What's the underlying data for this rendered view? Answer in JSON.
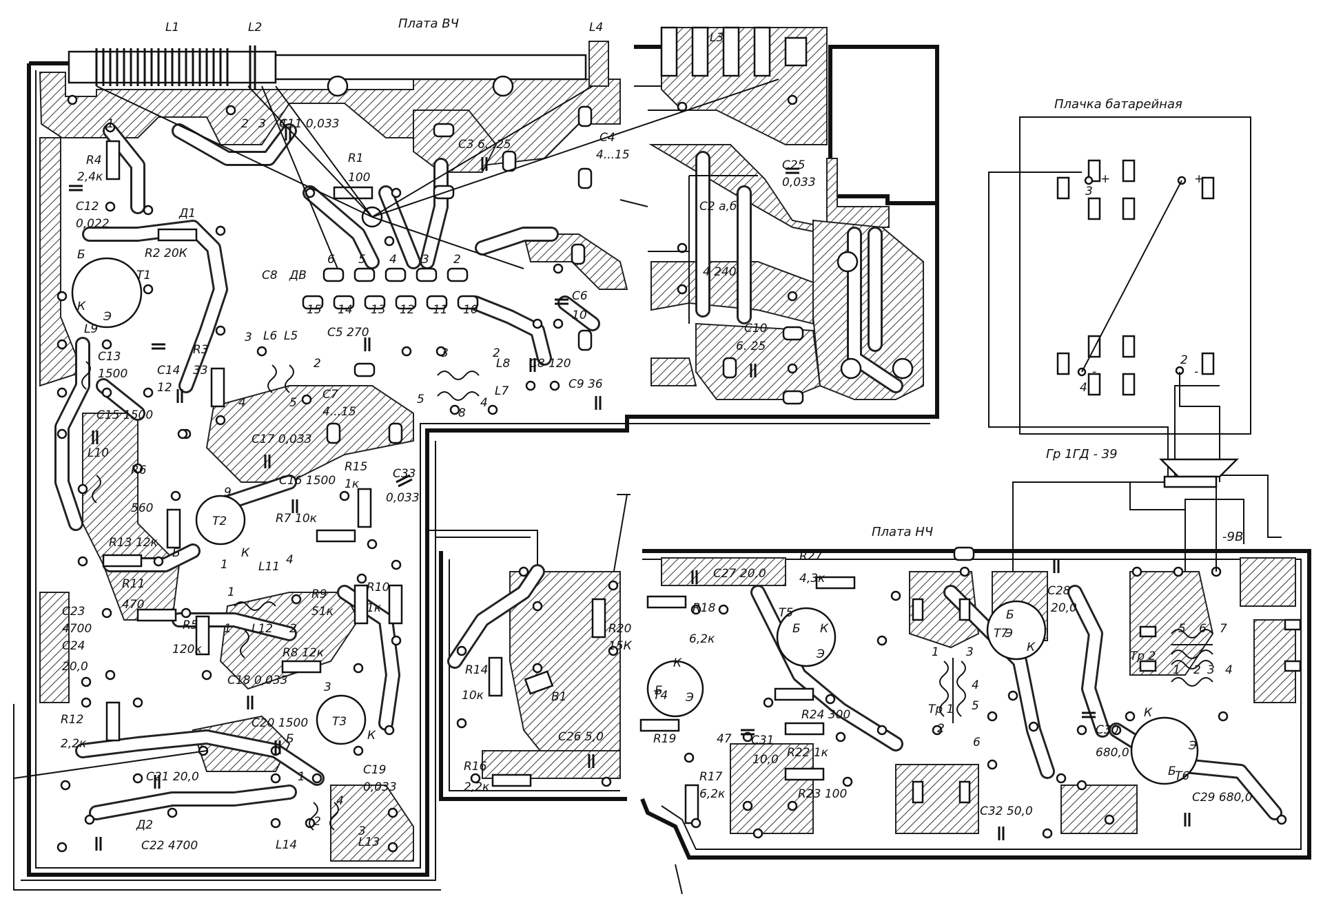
{
  "boards": {
    "hf_title": "Плата ВЧ",
    "lf_title": "Плата НЧ",
    "battery_title": "Плачка батарейная",
    "speaker": "Гр 1ГД - 39",
    "supply": "-9В"
  },
  "components": [
    {
      "key": "L1",
      "text": "L1"
    },
    {
      "key": "L2",
      "text": "L2"
    },
    {
      "key": "L3",
      "text": "L3"
    },
    {
      "key": "L4",
      "text": "L4"
    },
    {
      "key": "C11",
      "text": "C11  0,033"
    },
    {
      "key": "C3",
      "text": "C3  6...25"
    },
    {
      "key": "C4",
      "text": "C4"
    },
    {
      "key": "C4v",
      "text": "4...15"
    },
    {
      "key": "C25",
      "text": "C25"
    },
    {
      "key": "C25v",
      "text": "0,033"
    },
    {
      "key": "R4",
      "text": "R4"
    },
    {
      "key": "R4v",
      "text": "2,4к"
    },
    {
      "key": "R1",
      "text": "R1"
    },
    {
      "key": "R1v",
      "text": "100"
    },
    {
      "key": "C12",
      "text": "C12"
    },
    {
      "key": "C12v",
      "text": "0,022"
    },
    {
      "key": "D1",
      "text": "Д1"
    },
    {
      "key": "R2",
      "text": "R2  20К"
    },
    {
      "key": "C2",
      "text": "C2 а,б"
    },
    {
      "key": "T1",
      "text": "T1"
    },
    {
      "key": "C8",
      "text": "C8"
    },
    {
      "key": "DV",
      "text": "ДВ"
    },
    {
      "key": "C2b",
      "text": "4   240"
    },
    {
      "key": "C6",
      "text": "C6"
    },
    {
      "key": "C6v",
      "text": "10"
    },
    {
      "key": "C10",
      "text": "C10"
    },
    {
      "key": "C10v",
      "text": "6.  25"
    },
    {
      "key": "L9",
      "text": "L9"
    },
    {
      "key": "C13",
      "text": "C13"
    },
    {
      "key": "C13v",
      "text": "1500"
    },
    {
      "key": "R3",
      "text": "R3"
    },
    {
      "key": "R3v",
      "text": "33"
    },
    {
      "key": "C14",
      "text": "C14"
    },
    {
      "key": "C14v",
      "text": "12"
    },
    {
      "key": "L6",
      "text": "L6"
    },
    {
      "key": "L5",
      "text": "L5"
    },
    {
      "key": "C5",
      "text": "C5  270"
    },
    {
      "key": "L8",
      "text": "L8"
    },
    {
      "key": "C9a",
      "text": "C8  120"
    },
    {
      "key": "L7",
      "text": "L7"
    },
    {
      "key": "C9",
      "text": "C9  36"
    },
    {
      "key": "C7",
      "text": "C7"
    },
    {
      "key": "C7v",
      "text": "4...15"
    },
    {
      "key": "C15",
      "text": "C15  1500"
    },
    {
      "key": "L10",
      "text": "L10"
    },
    {
      "key": "C17",
      "text": "C17  0,033"
    },
    {
      "key": "R15",
      "text": "R15"
    },
    {
      "key": "R15v",
      "text": "1к"
    },
    {
      "key": "C33",
      "text": "C33"
    },
    {
      "key": "C33v",
      "text": "0,033"
    },
    {
      "key": "R6",
      "text": "R6"
    },
    {
      "key": "R6v",
      "text": "560"
    },
    {
      "key": "T2",
      "text": "T2"
    },
    {
      "key": "C16",
      "text": "C16  1500"
    },
    {
      "key": "R7",
      "text": "R7  10к"
    },
    {
      "key": "R13",
      "text": "R13  12к"
    },
    {
      "key": "L11",
      "text": "L11"
    },
    {
      "key": "R11",
      "text": "R11"
    },
    {
      "key": "R11v",
      "text": "470"
    },
    {
      "key": "R9",
      "text": "R9"
    },
    {
      "key": "R9v",
      "text": "51к"
    },
    {
      "key": "R10",
      "text": "R10"
    },
    {
      "key": "R10v",
      "text": "1к"
    },
    {
      "key": "C23",
      "text": "C23"
    },
    {
      "key": "C23v",
      "text": "4700"
    },
    {
      "key": "C24",
      "text": "C24"
    },
    {
      "key": "C24v",
      "text": "20,0"
    },
    {
      "key": "R5",
      "text": "R5"
    },
    {
      "key": "R5v",
      "text": "120к"
    },
    {
      "key": "L12",
      "text": "L12"
    },
    {
      "key": "R8",
      "text": "R8  12к"
    },
    {
      "key": "C18",
      "text": "C18  0,033"
    },
    {
      "key": "T3",
      "text": "T3"
    },
    {
      "key": "R12",
      "text": "R12"
    },
    {
      "key": "R12v",
      "text": "2,2к"
    },
    {
      "key": "C20",
      "text": "C20  1500"
    },
    {
      "key": "C19",
      "text": "C19"
    },
    {
      "key": "C19v",
      "text": "0,033"
    },
    {
      "key": "C21",
      "text": "C21  20,0"
    },
    {
      "key": "D2",
      "text": "Д2"
    },
    {
      "key": "C22",
      "text": "C22  4700"
    },
    {
      "key": "L14",
      "text": "L14"
    },
    {
      "key": "L13",
      "text": "L13"
    },
    {
      "key": "R20",
      "text": "R20"
    },
    {
      "key": "R20v",
      "text": "15К"
    },
    {
      "key": "R14",
      "text": "R14"
    },
    {
      "key": "R14v",
      "text": "10к"
    },
    {
      "key": "B1",
      "text": "В1"
    },
    {
      "key": "R16",
      "text": "R16"
    },
    {
      "key": "R16v",
      "text": "2,2к"
    },
    {
      "key": "C26",
      "text": "C26  5,0"
    },
    {
      "key": "C27",
      "text": "C27  20,0"
    },
    {
      "key": "R27",
      "text": "R27"
    },
    {
      "key": "R27v",
      "text": "4,3к"
    },
    {
      "key": "R18",
      "text": "R18"
    },
    {
      "key": "R18v",
      "text": "6,2к"
    },
    {
      "key": "T4",
      "text": "T4"
    },
    {
      "key": "T5",
      "text": "T5"
    },
    {
      "key": "R19",
      "text": "R19"
    },
    {
      "key": "R19v",
      "text": "47"
    },
    {
      "key": "R17",
      "text": "R17"
    },
    {
      "key": "R17v",
      "text": "6,2к"
    },
    {
      "key": "C31",
      "text": "C31"
    },
    {
      "key": "C31v",
      "text": "10,0"
    },
    {
      "key": "R24",
      "text": "R24  300"
    },
    {
      "key": "R22",
      "text": "R22   1к"
    },
    {
      "key": "R23",
      "text": "R23  100"
    },
    {
      "key": "Tr1",
      "text": "Тр 1"
    },
    {
      "key": "C28",
      "text": "C28"
    },
    {
      "key": "C28v",
      "text": "20,0"
    },
    {
      "key": "T7",
      "text": "T7"
    },
    {
      "key": "Tr2",
      "text": "Тр 2"
    },
    {
      "key": "C30",
      "text": "C30"
    },
    {
      "key": "C30v",
      "text": "680,0"
    },
    {
      "key": "T6",
      "text": "T6"
    },
    {
      "key": "C29",
      "text": "C29  680,0"
    },
    {
      "key": "C32",
      "text": "C32  50,0"
    }
  ],
  "pins": [
    "1",
    "2",
    "3",
    "4",
    "5",
    "6",
    "7",
    "8",
    "9",
    "10",
    "11",
    "12",
    "13",
    "14",
    "15",
    "Б",
    "К",
    "Э",
    "+",
    "-"
  ]
}
